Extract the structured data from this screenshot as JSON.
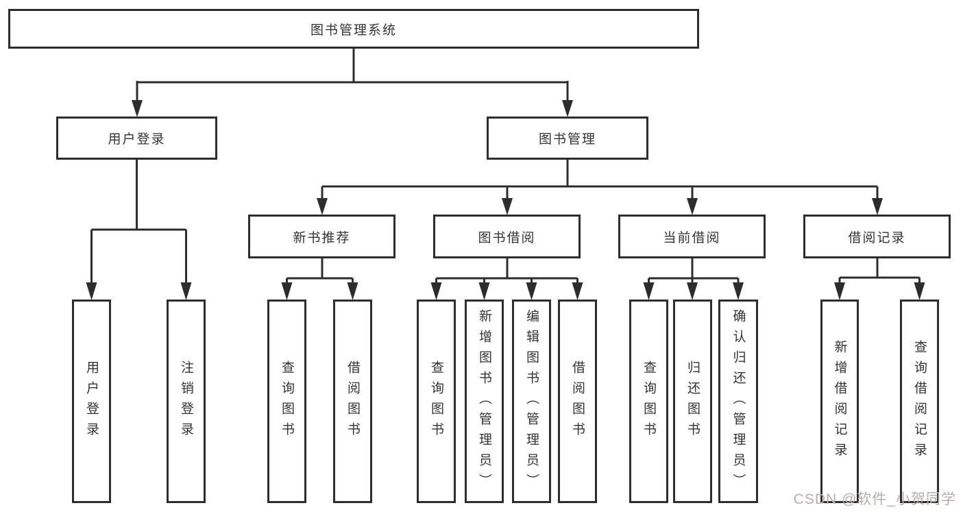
{
  "diagram": {
    "root": {
      "label": "图书管理系统"
    },
    "branches": [
      {
        "label": "用户登录",
        "children": [
          {
            "label": "用户登录"
          },
          {
            "label": "注销登录"
          }
        ]
      },
      {
        "label": "图书管理",
        "children": [
          {
            "label": "新书推荐",
            "children": [
              {
                "label": "查询图书"
              },
              {
                "label": "借阅图书"
              }
            ]
          },
          {
            "label": "图书借阅",
            "children": [
              {
                "label": "查询图书"
              },
              {
                "label": "新增图书（管理员）"
              },
              {
                "label": "编辑图书（管理员）"
              },
              {
                "label": "借阅图书"
              }
            ]
          },
          {
            "label": "当前借阅",
            "children": [
              {
                "label": "查询图书"
              },
              {
                "label": "归还图书"
              },
              {
                "label": "确认归还（管理员）"
              }
            ]
          },
          {
            "label": "借阅记录",
            "children": [
              {
                "label": "新增借阅记录"
              },
              {
                "label": "查询借阅记录"
              }
            ]
          }
        ]
      }
    ]
  },
  "watermark": {
    "text": "CSDN @软件_小贺同学"
  },
  "colors": {
    "line": "#2d2d2d",
    "text": "#333333",
    "watermark": "#b6adad",
    "background": "#ffffff"
  }
}
